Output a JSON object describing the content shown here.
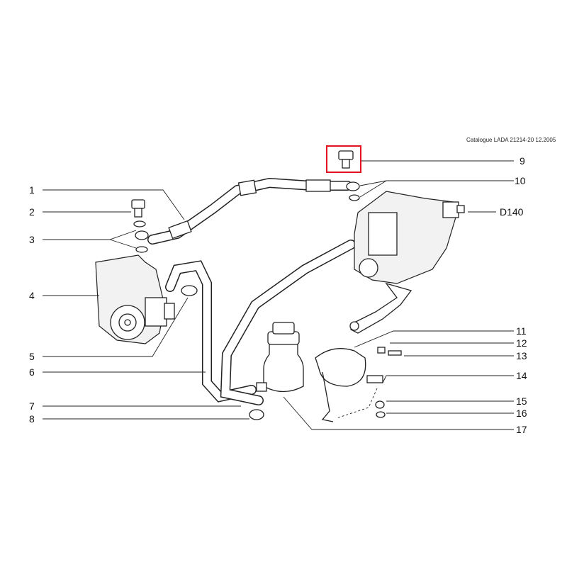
{
  "header": {
    "catalogue": "Catalogue LADA  21214-20 12.2005"
  },
  "callouts_left": [
    "1",
    "2",
    "3",
    "4",
    "5",
    "6",
    "7",
    "8"
  ],
  "callouts_right": [
    "9",
    "10",
    "D140",
    "11",
    "12",
    "13",
    "14",
    "15",
    "16",
    "17"
  ],
  "highlight": {
    "part": "9",
    "color": "#e0141e"
  }
}
